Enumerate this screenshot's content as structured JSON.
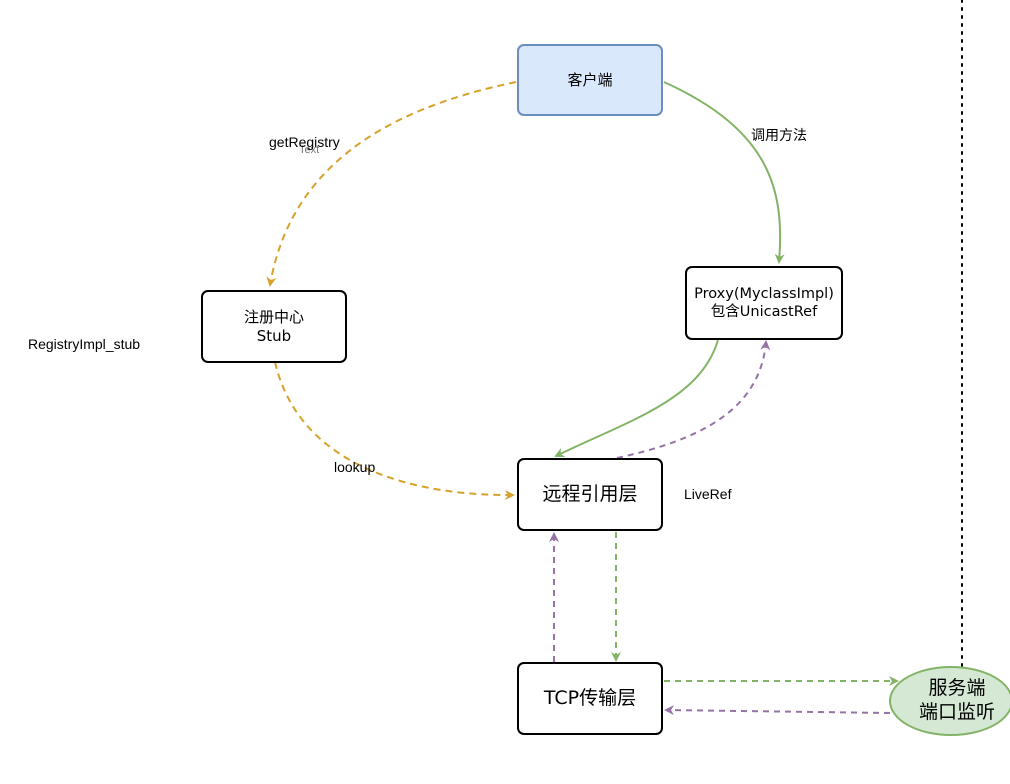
{
  "nodes": {
    "client": "客户端",
    "registry_line1": "注册中心",
    "registry_line2": "Stub",
    "proxy_line1": "Proxy(MyclassImpl)",
    "proxy_line2": "包含UnicastRef",
    "remote_ref": "远程引用层",
    "tcp": "TCP传输层",
    "server_line1": "服务端",
    "server_line2": "端口监听"
  },
  "labels": {
    "get_registry": "getRegistry",
    "get_registry_ghost": "Text",
    "call_method": "调用方法",
    "registry_impl": "RegistryImpl_stub",
    "lookup": "lookup",
    "live_ref": "LiveRef"
  },
  "colors": {
    "orange": "#d6a22a",
    "green": "#82b366",
    "purple": "#9673a6",
    "client_fill": "#dae8fc",
    "client_stroke": "#6c8ebf",
    "server_fill": "#d5e8d4"
  }
}
